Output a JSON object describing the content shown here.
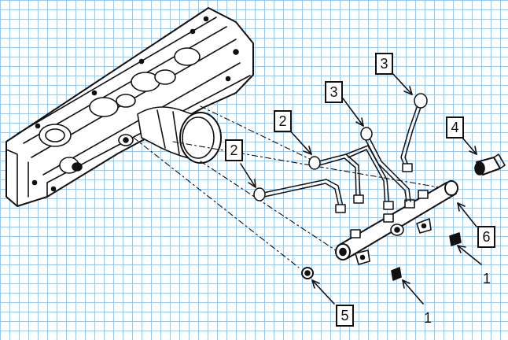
{
  "callouts": [
    {
      "id": "c3a",
      "label": "3"
    },
    {
      "id": "c3b",
      "label": "3"
    },
    {
      "id": "c2a",
      "label": "2"
    },
    {
      "id": "c2b",
      "label": "2"
    },
    {
      "id": "c4",
      "label": "4"
    },
    {
      "id": "c6",
      "label": "6"
    },
    {
      "id": "c5",
      "label": "5"
    }
  ],
  "plain_labels": [
    {
      "id": "p1a",
      "label": "1"
    },
    {
      "id": "p1b",
      "label": "1"
    }
  ],
  "colors": {
    "ink": "#111111",
    "grid": "#9fc9e8",
    "background": "#ffffff"
  }
}
